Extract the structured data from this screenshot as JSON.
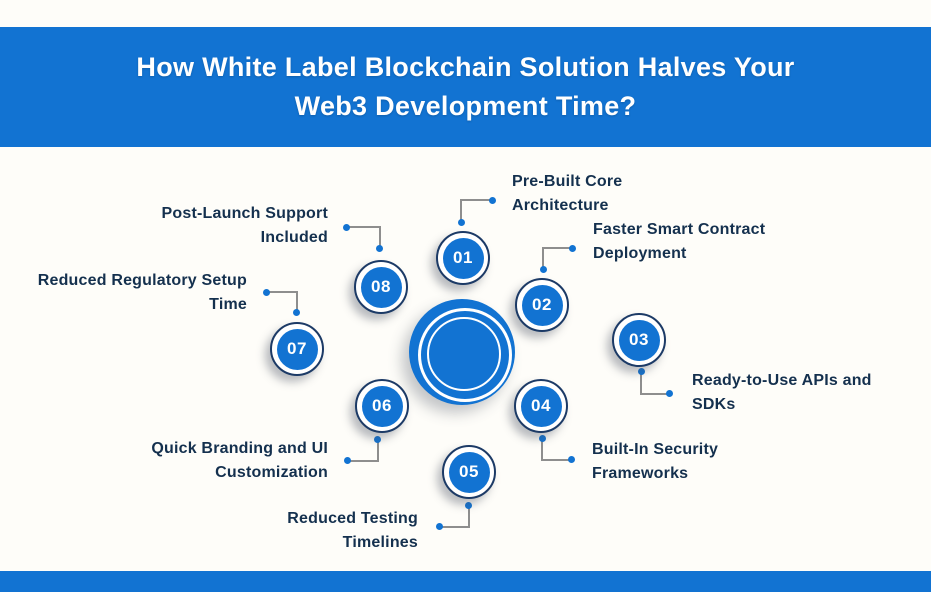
{
  "colors": {
    "primary_blue": "#1273D2",
    "label_navy": "#14304E",
    "badge_ring_navy": "#1C3A66",
    "connector_gray": "#8E8E8E",
    "background": "#FEFDF9"
  },
  "header": {
    "title_line1": "How White Label Blockchain Solution Halves Your",
    "title_line2": "Web3 Development Time?"
  },
  "items": [
    {
      "num": "01",
      "lines": [
        "Pre-Built Core",
        "Architecture"
      ]
    },
    {
      "num": "02",
      "lines": [
        "Faster Smart Contract",
        "Deployment"
      ]
    },
    {
      "num": "03",
      "lines": [
        "Ready-to-Use APIs and",
        "SDKs"
      ]
    },
    {
      "num": "04",
      "lines": [
        "Built-In Security",
        "Frameworks"
      ]
    },
    {
      "num": "05",
      "lines": [
        "Reduced Testing",
        "Timelines"
      ]
    },
    {
      "num": "06",
      "lines": [
        "Quick Branding and UI",
        "Customization"
      ]
    },
    {
      "num": "07",
      "lines": [
        "Reduced Regulatory Setup",
        "Time"
      ]
    },
    {
      "num": "08",
      "lines": [
        "Post-Launch Support",
        "Included"
      ]
    }
  ]
}
